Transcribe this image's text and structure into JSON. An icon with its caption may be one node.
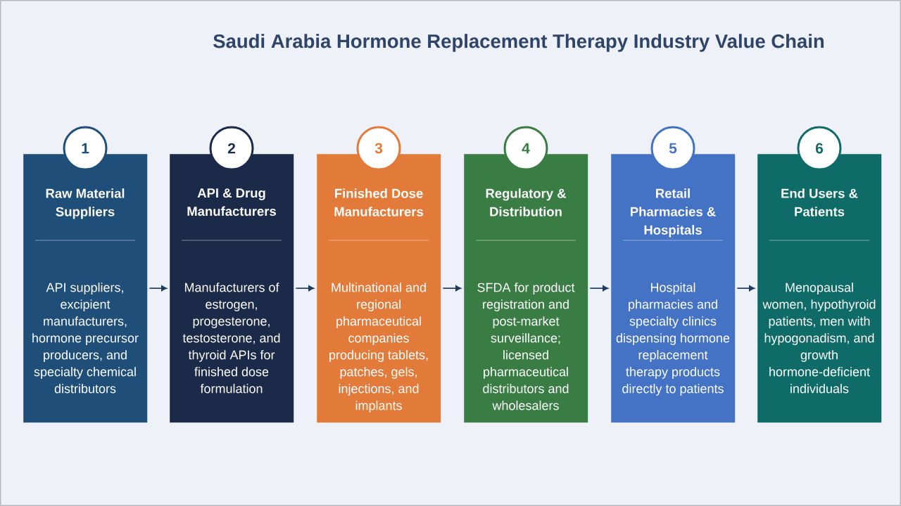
{
  "diagram": {
    "title": "Saudi Arabia Hormone Replacement Therapy Industry Value Chain",
    "nodes": [
      {
        "text": [
          "1"
        ]
      },
      {
        "text": [
          "Raw Material Suppliers",
          "API suppliers, excipient manufacturers, hormone precursor producers, and specialty chemical distributors"
        ]
      },
      {
        "text": [
          "2"
        ]
      },
      {
        "text": [
          "API & Drug Manufacturers",
          "Manufacturers of estrogen, progesterone, testosterone, and thyroid APIs for finished dose formulation"
        ]
      },
      {
        "text": [
          "3"
        ]
      },
      {
        "text": [
          "Finished Dose Manufacturers",
          "Multinational and regional pharmaceutical companies producing tablets, patches, gels, injections, and implants"
        ]
      },
      {
        "text": [
          "4"
        ]
      },
      {
        "text": [
          "Regulatory & Distribution",
          "SFDA for product registration and post-market surveillance; licensed pharmaceutical distributors and wholesalers"
        ]
      },
      {
        "text": [
          "5"
        ]
      },
      {
        "text": [
          "Retail Pharmacies & Hospitals",
          "Hospital pharmacies and specialty clinics dispensing hormone replacement therapy products directly to patients"
        ]
      },
      {
        "text": [
          "6"
        ]
      },
      {
        "text": [
          "End Users & Patients",
          "Menopausal women, hypothyroid patients, men with hypogonadism, and growth hormone-deficient individuals"
        ]
      }
    ],
    "edges": [
      {
        "from": 1,
        "to": 3,
        "arrow": "to"
      },
      {
        "from": 3,
        "to": 5,
        "arrow": "to"
      },
      {
        "from": 5,
        "to": 7,
        "arrow": "to"
      },
      {
        "from": 7,
        "to": 9,
        "arrow": "to"
      },
      {
        "from": 9,
        "to": 11,
        "arrow": "to"
      }
    ]
  }
}
